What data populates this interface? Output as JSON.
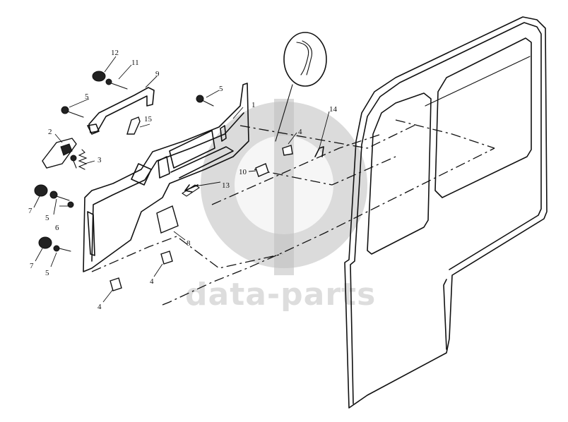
{
  "watermark": {
    "text": "data-parts"
  },
  "callouts": {
    "c1": "1",
    "c2": "2",
    "c3": "3",
    "c4a": "4",
    "c4b": "4",
    "c4c": "4",
    "c5a": "5",
    "c5b": "5",
    "c5c": "5",
    "c5d": "5",
    "c6": "6",
    "c7a": "7",
    "c7b": "7",
    "c8": "8",
    "c9": "9",
    "c10": "10",
    "c11": "11",
    "c12": "12",
    "c13": "13",
    "c14": "14",
    "c15": "15"
  }
}
